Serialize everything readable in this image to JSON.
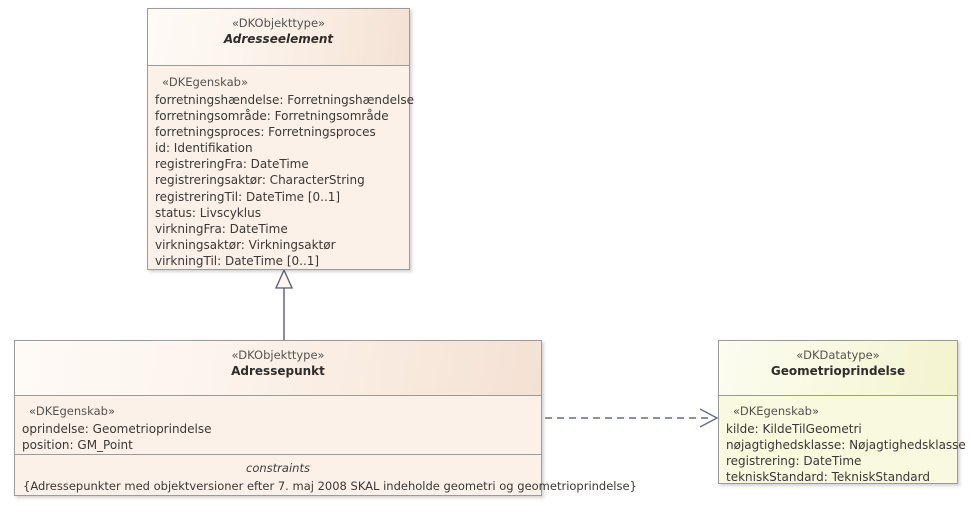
{
  "diagram": {
    "title": "UML class diagram",
    "background_color": "#ffffff",
    "classes": [
      {
        "id": "adresseelement",
        "stereotype": "«DKObjekttype»",
        "name": "Adresseelement",
        "abstract": true,
        "fill_color": "#fcf1e8",
        "border_color": "#9b9b9b",
        "attributes_stereotype": "«DKEgenskab»",
        "attributes": [
          "forretningshændelse: Forretningshændelse",
          "forretningsområde: Forretningsområde",
          "forretningsproces: Forretningsproces",
          "id: Identifikation",
          "registreringFra: DateTime",
          "registreringsaktør: CharacterString",
          "registreringTil: DateTime [0..1]",
          "status: Livscyklus",
          "virkningFra: DateTime",
          "virkningsaktør: Virkningsaktør",
          "virkningTil: DateTime [0..1]"
        ]
      },
      {
        "id": "adressepunkt",
        "stereotype": "«DKObjekttype»",
        "name": "Adressepunkt",
        "abstract": false,
        "fill_color": "#fcf1e8",
        "border_color": "#9b9b9b",
        "attributes_stereotype": "«DKEgenskab»",
        "attributes": [
          "oprindelse: Geometrioprindelse",
          "position: GM_Point"
        ],
        "constraints_label": "constraints",
        "constraints": [
          "{Adressepunkter med objektversioner efter 7. maj 2008 SKAL indeholde geometri og geometrioprindelse}"
        ]
      },
      {
        "id": "geometrioprindelse",
        "stereotype": "«DKDatatype»",
        "name": "Geometrioprindelse",
        "abstract": false,
        "fill_color": "#f9f9df",
        "border_color": "#9b9b9b",
        "attributes_stereotype": "«DKEgenskab»",
        "attributes": [
          "kilde: KildeTilGeometri",
          "nøjagtighedsklasse: Nøjagtighedsklasse",
          "registrering: DateTime",
          "tekniskStandard: TekniskStandard"
        ]
      }
    ],
    "connectors": [
      {
        "id": "generalization",
        "kind": "generalization",
        "style": "solid-line-hollow-triangle",
        "from": "adressepunkt",
        "to": "adresseelement",
        "color": "#5a5a72",
        "label": ""
      },
      {
        "id": "dependency",
        "kind": "dependency",
        "style": "dashed-line-open-arrow",
        "from": "adressepunkt",
        "to": "geometrioprindelse",
        "color": "#6a6a8c",
        "label": ""
      }
    ]
  }
}
